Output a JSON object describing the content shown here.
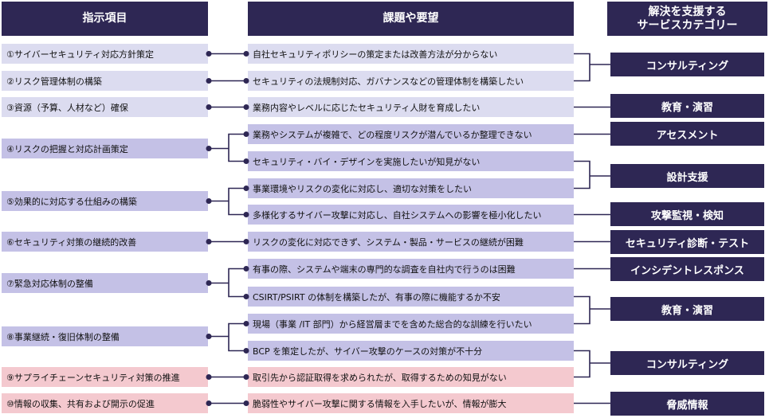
{
  "headers": {
    "directives": "指示項目",
    "issues": "課題や要望",
    "services": "解決を支援する\nサービスカテゴリー"
  },
  "directives": [
    "①サイバーセキュリティ対応方針策定",
    "②リスク管理体制の構築",
    "③資源（予算、人材など）確保",
    "④リスクの把握と対応計画策定",
    "⑤効果的に対応する仕組みの構築",
    "⑥セキュリティ対策の継続的改善",
    "⑦緊急対応体制の整備",
    "⑧事業継続・復旧体制の整備",
    "⑨サプライチェーンセキュリティ対策の推進",
    "⑩情報の収集、共有および開示の促進"
  ],
  "issues": [
    "自社セキュリティポリシーの策定または改善方法が分からない",
    "セキュリティの法規制対応、ガバナンスなどの管理体制を構築したい",
    "業務内容やレベルに応じたセキュリティ人財を育成したい",
    "業務やシステムが複雑で、どの程度リスクが潜んでいるか整理できない",
    "セキュリティ・バイ・デザインを実施したいが知見がない",
    "事業環境やリスクの変化に対応し、適切な対策をしたい",
    "多様化するサイバー攻撃に対応し、自社システムへの影響を極小化したい",
    "リスクの変化に対応できず、システム・製品・サービスの継続が困難",
    "有事の際、システムや端末の専門的な調査を自社内で行うのは困難",
    "CSIRT/PSIRT の体制を構築したが、有事の際に機能するか不安",
    "現場（事業 /IT 部門）から経営層までを含めた総合的な訓練を行いたい",
    "BCP を策定したが、サイバー攻撃のケースの対策が不十分",
    "取引先から認証取得を求められたが、取得するための知見がない",
    "脆弱性やサイバー攻撃に関する情報を入手したいが、情報が膨大"
  ],
  "services": [
    "コンサルティング",
    "教育・演習",
    "アセスメント",
    "設計支援",
    "攻撃監視・検知",
    "セキュリティ診断・テスト",
    "インシデントレスポンス",
    "教育・演習",
    "コンサルティング",
    "脅威情報"
  ],
  "colors": {
    "navy": "#2e2754",
    "lavender": "#dcdcf0",
    "dark_lavender": "#c4c1e6",
    "pink": "#f4c9cf"
  }
}
